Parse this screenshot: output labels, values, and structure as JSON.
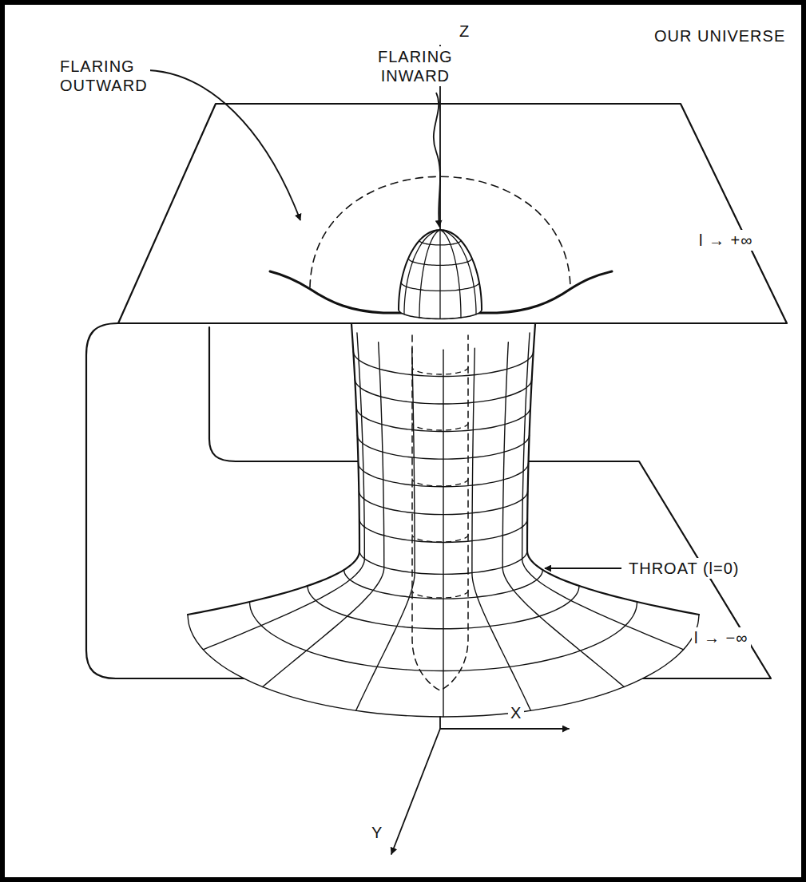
{
  "diagram": {
    "labels": [
      "Z",
      "OUR UNIVERSE",
      "FLARING OUTWARD",
      "FLARING INWARD",
      "l → +∞",
      "THROAT (l=0)",
      "l → −∞",
      "X",
      "Y"
    ]
  }
}
